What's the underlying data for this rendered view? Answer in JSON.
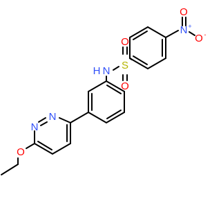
{
  "molecule": {
    "atoms": {
      "sulfonyl_o_top": "O",
      "sulfonyl_s": "S",
      "sulfonyl_o_bottom": "O",
      "amide_n": "N",
      "amide_h": "H",
      "nitro_n": "N",
      "nitro_n_charge": "+",
      "nitro_o_double": "O",
      "nitro_o_single": "O",
      "nitro_o_charge": "-",
      "pyridazine_n1": "N",
      "pyridazine_n2": "N",
      "ether_o": "O"
    },
    "colors": {
      "bond": "#000000",
      "oxygen": "#ff0000",
      "nitrogen": "#3050f8",
      "sulfur": "#b5b500"
    }
  }
}
